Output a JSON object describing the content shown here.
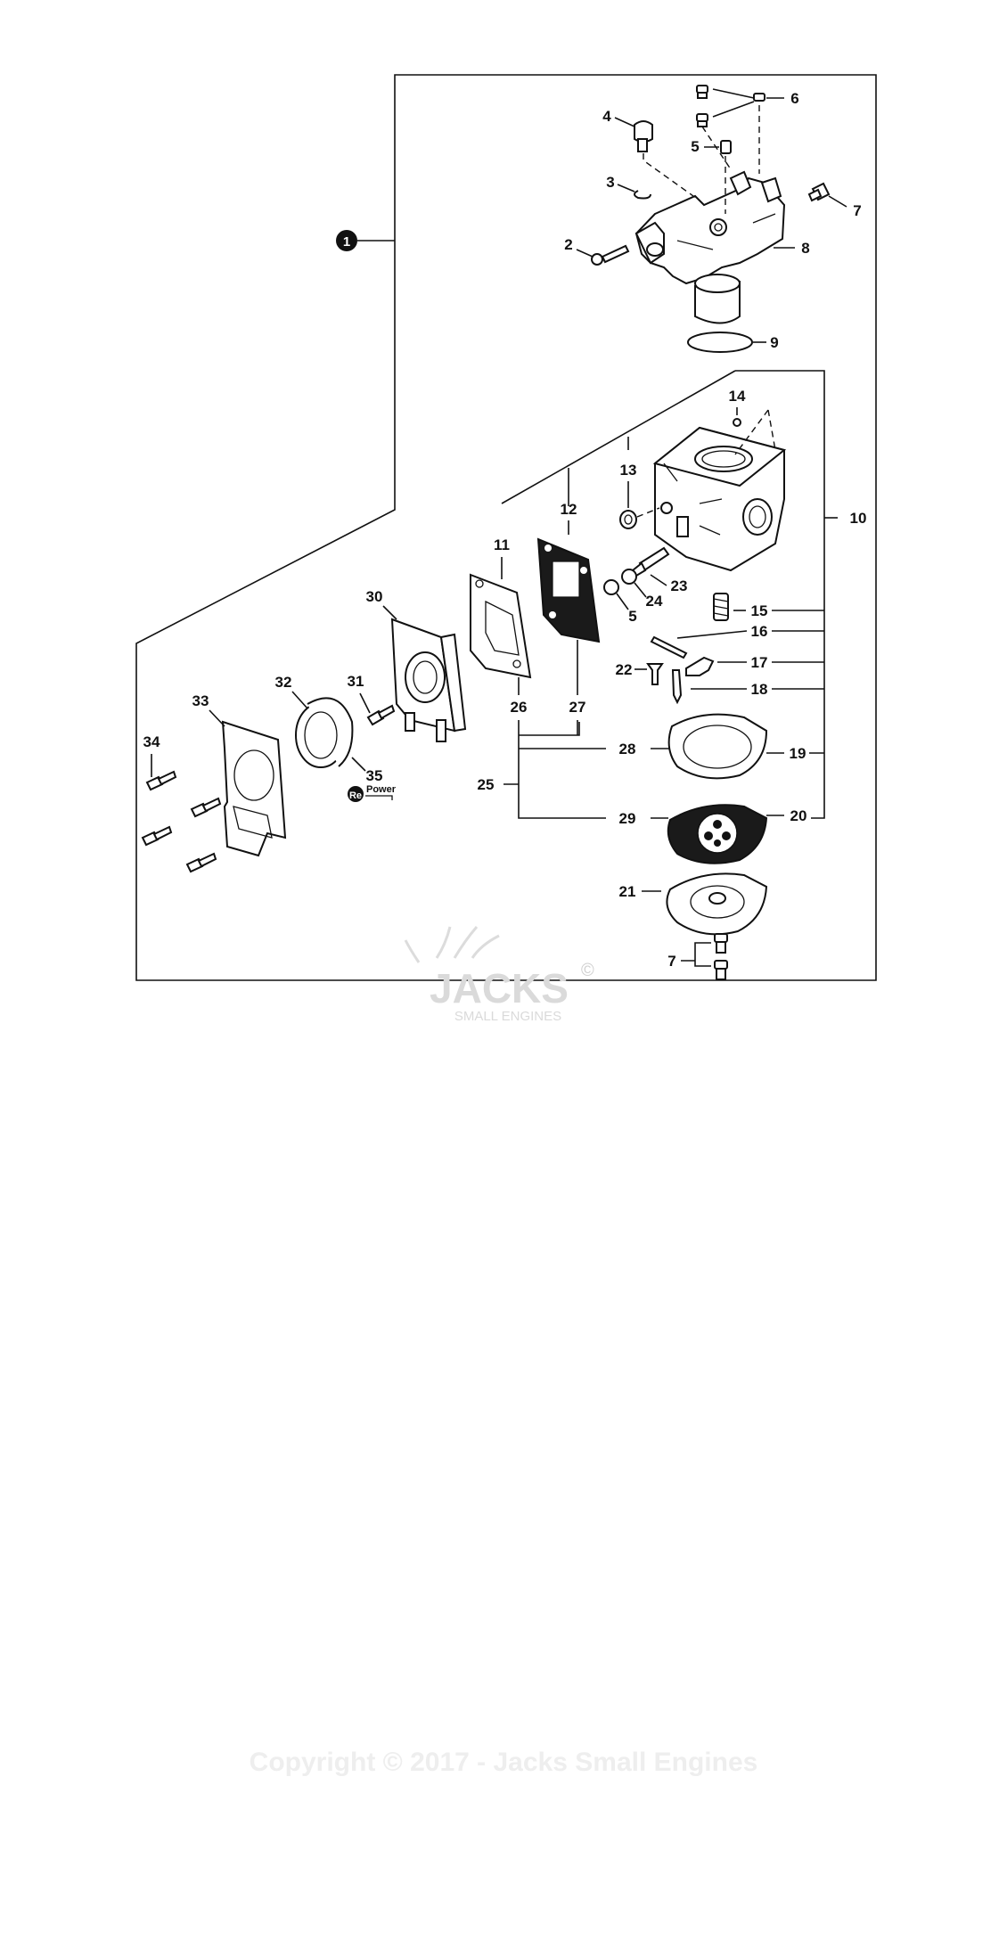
{
  "callouts": {
    "c1": "1",
    "c2": "2",
    "c3": "3",
    "c4": "4",
    "c5a": "5",
    "c5b": "5",
    "c6": "6",
    "c7a": "7",
    "c7b": "7",
    "c8": "8",
    "c9": "9",
    "c10": "10",
    "c11": "11",
    "c12": "12",
    "c13": "13",
    "c14": "14",
    "c15": "15",
    "c16": "16",
    "c17": "17",
    "c18": "18",
    "c19": "19",
    "c20": "20",
    "c21": "21",
    "c22": "22",
    "c23": "23",
    "c24": "24",
    "c25": "25",
    "c26": "26",
    "c27": "27",
    "c28": "28",
    "c29": "29",
    "c30": "30",
    "c31": "31",
    "c32": "32",
    "c33": "33",
    "c34": "34",
    "c35": "35"
  },
  "repower_badge": {
    "prefix": "Re",
    "suffix": "Power"
  },
  "watermark": {
    "brand": "JACKS",
    "copyright_mark": "©",
    "sub": "SMALL ENGINES"
  },
  "copyright": "Copyright © 2017 - Jacks Small Engines"
}
